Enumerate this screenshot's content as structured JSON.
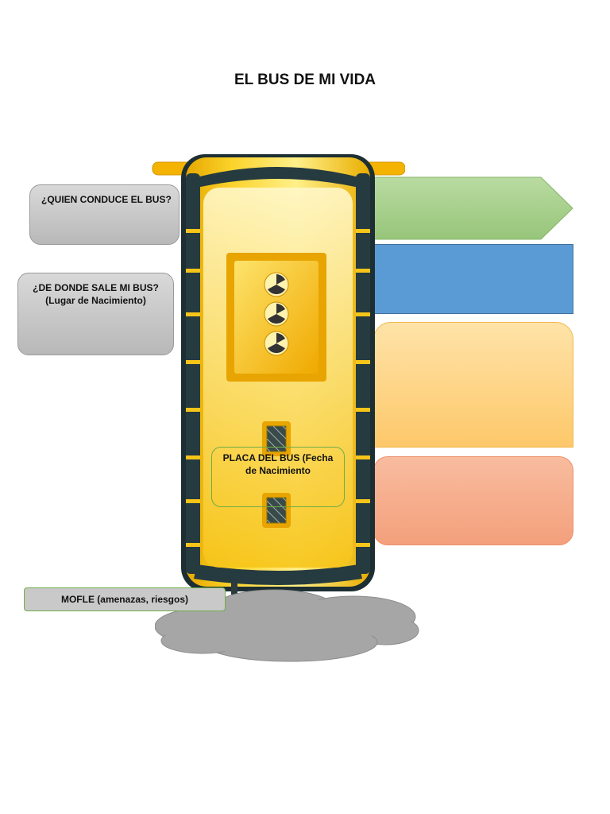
{
  "title": "EL BUS DE MI VIDA",
  "left_boxes": {
    "driver": "¿QUIEN CONDUCE EL BUS?",
    "origin_line1": "¿DE DONDE SALE MI BUS?",
    "origin_line2": "(Lugar de Nacimiento)"
  },
  "plate": {
    "line1": "PLACA DEL BUS (Fecha",
    "line2": "de Nacimiento"
  },
  "mofle": "MOFLE (amenazas, riesgos)",
  "colors": {
    "arrow": "#a9d08e",
    "blue_box": "#5b9bd5",
    "peach_box": "#fdc86a",
    "salmon_box": "#f4a07c",
    "bus_body": "#f7c51a",
    "smoke": "#a6a6a6"
  }
}
